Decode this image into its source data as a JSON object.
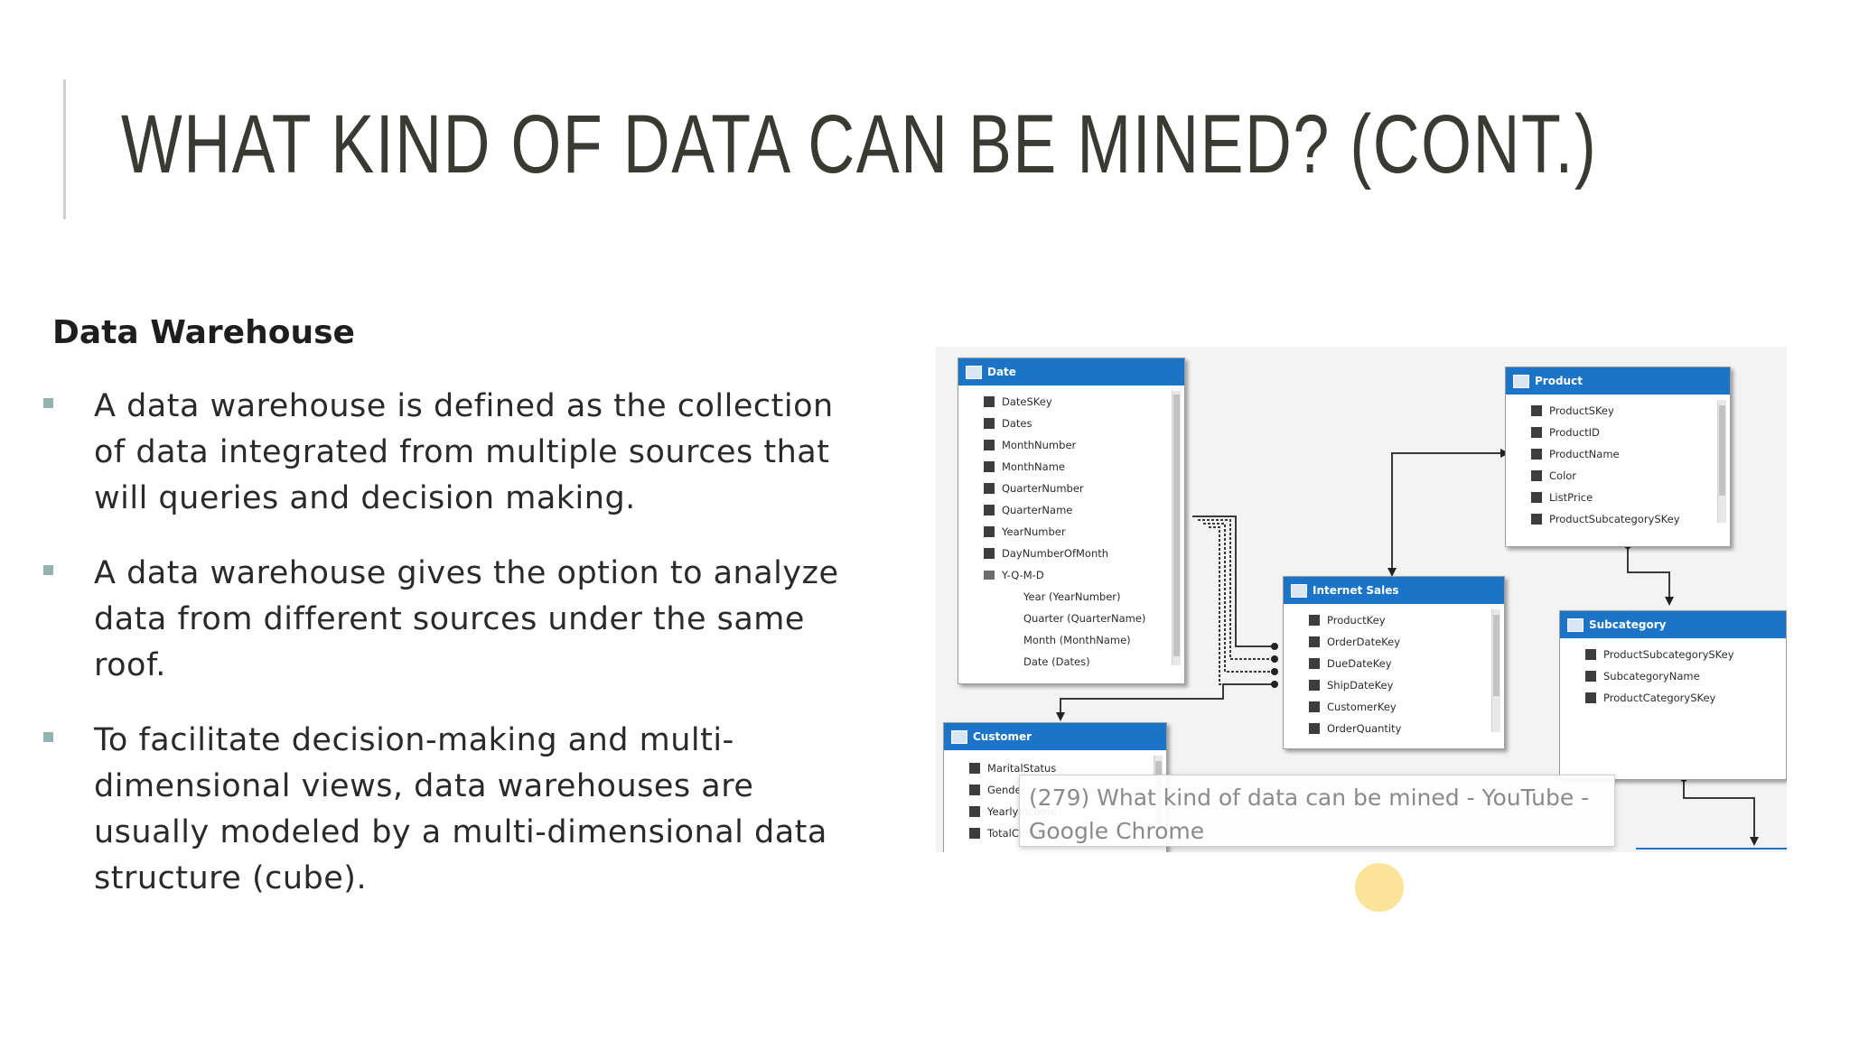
{
  "slide": {
    "title": "WHAT KIND OF DATA CAN BE MINED? (CONT.)",
    "heading": "Data Warehouse",
    "bullets": [
      {
        "lines": [
          "A data warehouse is defined as the collection",
          "of data integrated from multiple sources that",
          "will queries and decision making."
        ]
      },
      {
        "lines": [
          "A data warehouse gives the option to analyze",
          "data from different sources under the same",
          "roof."
        ]
      },
      {
        "lines": [
          "To facilitate decision-making and multi-",
          "dimensional views, data warehouses are",
          "usually modeled by a multi-dimensional data",
          "structure (cube)."
        ]
      }
    ]
  },
  "diagram": {
    "header_color": "#1b74c8",
    "tables": {
      "date": {
        "title": "Date",
        "fields": [
          "DateSKey",
          "Dates",
          "MonthNumber",
          "MonthName",
          "QuarterNumber",
          "QuarterName",
          "YearNumber",
          "DayNumberOfMonth"
        ],
        "hierarchy": "Y-Q-M-D",
        "levels": [
          "Year (YearNumber)",
          "Quarter (QuarterName)",
          "Month (MonthName)",
          "Date (Dates)"
        ]
      },
      "product": {
        "title": "Product",
        "fields": [
          "ProductSKey",
          "ProductID",
          "ProductName",
          "Color",
          "ListPrice",
          "ProductSubcategorySKey"
        ]
      },
      "internet_sales": {
        "title": "Internet Sales",
        "fields": [
          "ProductKey",
          "OrderDateKey",
          "DueDateKey",
          "ShipDateKey",
          "CustomerKey",
          "OrderQuantity"
        ]
      },
      "subcategory": {
        "title": "Subcategory",
        "fields": [
          "ProductSubcategorySKey",
          "SubcategoryName",
          "ProductCategorySKey"
        ]
      },
      "customer": {
        "title": "Customer",
        "fields": [
          "MaritalStatus",
          "Gender",
          "YearlyIncome",
          "TotalChildren"
        ]
      }
    }
  },
  "tooltip": {
    "line1": "(279) What kind of data can be mined - YouTube -",
    "line2": "Google Chrome"
  }
}
